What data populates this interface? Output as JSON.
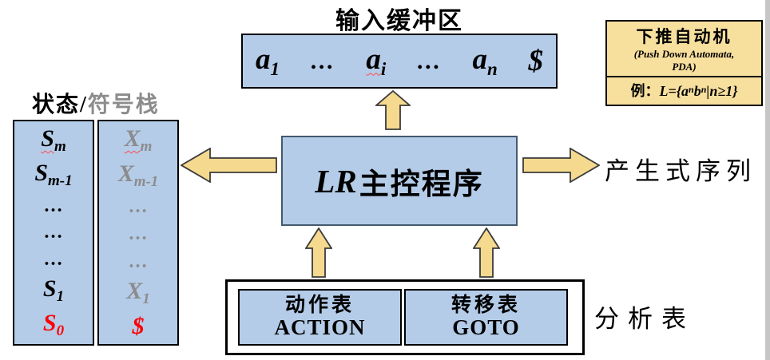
{
  "diagram_title": "LR parser model diagram",
  "colors": {
    "box_blue": "#b4cce8",
    "note_tan": "#f7df9e",
    "arrow_tan": "#f5d98e",
    "red_text": "#fb0207",
    "gray_text": "#8c8c8c",
    "edge_strip": "#c6c6c6"
  },
  "input_buffer": {
    "title": "输入缓冲区",
    "tokens": [
      {
        "main": "a",
        "sub": "1"
      },
      {
        "main": "…"
      },
      {
        "main": "a",
        "sub": "i"
      },
      {
        "main": "…"
      },
      {
        "main": "a",
        "sub": "n"
      },
      {
        "main": "$"
      }
    ]
  },
  "stack": {
    "title_black": "状态/",
    "title_gray": "符号栈",
    "left": [
      {
        "main": "S",
        "sub": "m"
      },
      {
        "main": "S",
        "sub": "m-1"
      },
      {
        "main": "…"
      },
      {
        "main": "…"
      },
      {
        "main": "…"
      },
      {
        "main": "S",
        "sub": "1"
      },
      {
        "main": "S",
        "sub": "0"
      }
    ],
    "right": [
      {
        "main": "X",
        "sub": "m"
      },
      {
        "main": "X",
        "sub": "m-1"
      },
      {
        "main": "…"
      },
      {
        "main": "…"
      },
      {
        "main": "…"
      },
      {
        "main": "X",
        "sub": "1"
      },
      {
        "main": "$"
      }
    ]
  },
  "lr_box": {
    "latin": "LR",
    "cjk": "主控程序"
  },
  "right_label": "产生式序列",
  "tables": {
    "action_cn": "动作表",
    "action_en": "ACTION",
    "goto_cn": "转移表",
    "goto_en": "GOTO",
    "label": "分析表"
  },
  "pda": {
    "title": "下推自动机",
    "subtitle_line1": "(Push Down Automata,",
    "subtitle_line2": "PDA)",
    "example_prefix": "例：",
    "example": {
      "p1": "L={a",
      "s1": "n",
      "p2": "b",
      "s2": "n",
      "p3": "|n≥1}"
    }
  }
}
